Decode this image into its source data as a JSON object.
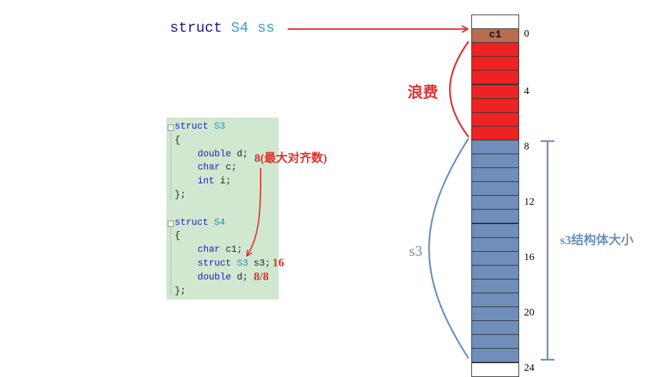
{
  "title": {
    "kw": "struct",
    "type": "S4",
    "var": "ss"
  },
  "code": {
    "lines": [
      {
        "parts": [
          {
            "t": "struct",
            "c": "kw"
          },
          {
            "t": " "
          },
          {
            "t": "S3",
            "c": "ty"
          }
        ],
        "indent": 0,
        "fold": true
      },
      {
        "parts": [
          {
            "t": "{"
          }
        ],
        "indent": 0
      },
      {
        "parts": [
          {
            "t": "double",
            "c": "kw"
          },
          {
            "t": " d;"
          }
        ],
        "indent": 1
      },
      {
        "parts": [
          {
            "t": "char",
            "c": "kw"
          },
          {
            "t": " c;"
          }
        ],
        "indent": 1
      },
      {
        "parts": [
          {
            "t": "int",
            "c": "kw"
          },
          {
            "t": " i;"
          }
        ],
        "indent": 1
      },
      {
        "parts": [
          {
            "t": "};"
          }
        ],
        "indent": 0
      },
      {
        "parts": [],
        "indent": 0
      },
      {
        "parts": [
          {
            "t": "struct",
            "c": "kw"
          },
          {
            "t": " "
          },
          {
            "t": "S4",
            "c": "ty"
          }
        ],
        "indent": 0,
        "fold": true
      },
      {
        "parts": [
          {
            "t": "{"
          }
        ],
        "indent": 0
      },
      {
        "parts": [
          {
            "t": "char",
            "c": "kw"
          },
          {
            "t": " c1;"
          }
        ],
        "indent": 1
      },
      {
        "parts": [
          {
            "t": "struct",
            "c": "kw"
          },
          {
            "t": " "
          },
          {
            "t": "S3",
            "c": "ty"
          },
          {
            "t": " s3;"
          }
        ],
        "indent": 1
      },
      {
        "parts": [
          {
            "t": "double",
            "c": "kw"
          },
          {
            "t": " d;"
          }
        ],
        "indent": 1
      },
      {
        "parts": [
          {
            "t": "};"
          }
        ],
        "indent": 0
      }
    ]
  },
  "notes": {
    "max_align": "8(最大对齐数)",
    "s3_size": "16",
    "d_align": "8/8"
  },
  "memory": {
    "cells": [
      "empty",
      "brown",
      "red",
      "red",
      "red",
      "red",
      "red",
      "red",
      "red",
      "blue",
      "blue",
      "blue",
      "blue",
      "blue",
      "blue",
      "blue",
      "blue",
      "blue",
      "blue",
      "blue",
      "blue",
      "blue",
      "blue",
      "blue",
      "blue",
      "empty"
    ],
    "c1_label": "c1",
    "offsets": [
      "0",
      "4",
      "8",
      "12",
      "16",
      "20",
      "24"
    ],
    "colors": {
      "brown": "#b86c50",
      "red": "#ee2222",
      "blue": "#6f8fba",
      "empty": "#ffffff"
    }
  },
  "labels": {
    "waste": "浪费",
    "s3": "s3",
    "size": "s3结构体大小"
  },
  "colors": {
    "arrow_red": "#e03030",
    "brace_blue": "#6f8fba"
  }
}
